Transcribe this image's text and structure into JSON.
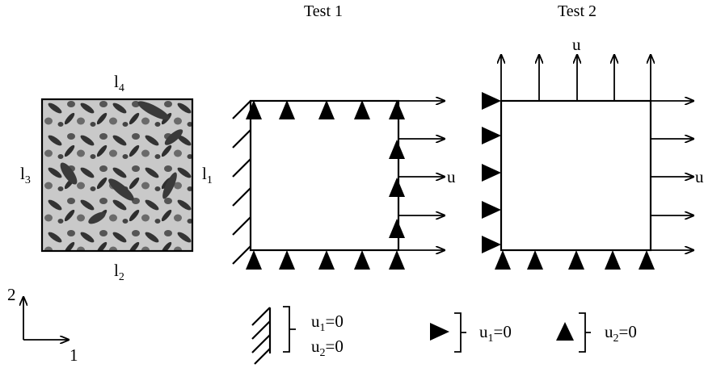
{
  "titles": {
    "test1": "Test 1",
    "test2": "Test 2"
  },
  "sample": {
    "edges": {
      "top": {
        "base": "l",
        "sub": "4"
      },
      "right": {
        "base": "l",
        "sub": "1"
      },
      "bottom": {
        "base": "l",
        "sub": "2"
      },
      "left": {
        "base": "l",
        "sub": "3"
      }
    }
  },
  "axes": {
    "horizontal": "1",
    "vertical": "2"
  },
  "load_label": "u",
  "legend": {
    "clamped": {
      "line1_base": "u",
      "line1_sub": "1",
      "line1_rest": "=0",
      "line2_base": "u",
      "line2_sub": "2",
      "line2_rest": "=0"
    },
    "roller_1": {
      "base": "u",
      "sub": "1",
      "rest": "=0"
    },
    "roller_2": {
      "base": "u",
      "sub": "2",
      "rest": "=0"
    }
  }
}
